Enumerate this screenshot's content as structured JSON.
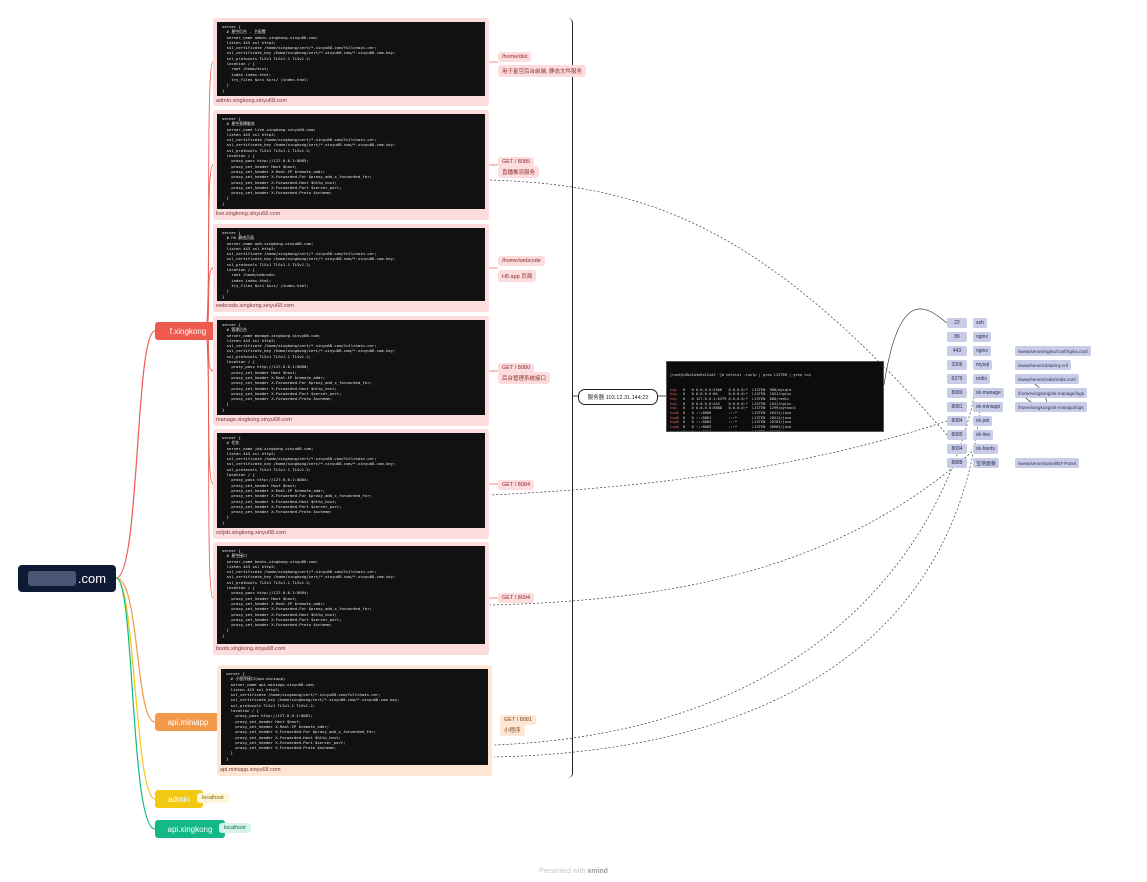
{
  "root": {
    "label_suffix": ".com"
  },
  "branches": [
    {
      "label": "f.xingkong",
      "color": "#ee5a4f"
    },
    {
      "label": "api.miniapp",
      "color": "#f2994a"
    },
    {
      "label": "admin",
      "color": "#f2c811",
      "leaf": "localhost"
    },
    {
      "label": "api.xingkong",
      "color": "#12b886",
      "leaf": "localhost"
    }
  ],
  "cards": [
    {
      "code": "server {\n  # 星空后台 - 主配置\n  server_name admin.xingkong.xinyu68.com;\n  listen 443 ssl http2;\n  ssl_certificate /home/xingkong/cert/*.xinyu68.com/fullchain.cer;\n  ssl_certificate_key /home/xingkong/cert/*.xinyu68.com/*.xinyu68.com.key;\n  ssl_protocols TLSv1 TLSv1.1 TLSv1.2;\n  location / {\n    root /home/dist;\n    index index.html;\n    try_files $uri $uri/ /index.html;\n  }\n}",
      "caption": "admin.xingkong.xinyu68.com",
      "notes": [
        "/home/dist",
        "用于星空后台前端, 静态文件服务"
      ]
    },
    {
      "code": "server {\n  # 星空直播服务\n  server_name live.xingkong.xinyu68.com;\n  listen 443 ssl http2;\n  ssl_certificate /home/xingkong/cert/*.xinyu68.com/fullchain.cer;\n  ssl_certificate_key /home/xingkong/cert/*.xinyu68.com/*.xinyu68.com.key;\n  ssl_protocols TLSv1 TLSv1.1 TLSv1.2;\n  location / {\n    proxy_pass http://127.0.0.1:8085;\n    proxy_set_header Host $host;\n    proxy_set_header X-Real-IP $remote_addr;\n    proxy_set_header X-Forwarded-For $proxy_add_x_forwarded_for;\n    proxy_set_header X-Forwarded-Host $http_host;\n    proxy_set_header X-Forwarded-Port $server_port;\n    proxy_set_header X-Forwarded-Proto $scheme;\n  }\n}",
      "caption": "live.xingkong.xinyu68.com",
      "notes": [
        "GET / 8085",
        "直播推流服务"
      ]
    },
    {
      "code": "server {\n  # H5 静态页面\n  server_name web.xingkong.xinyu68.com;\n  listen 443 ssl http2;\n  ssl_certificate /home/xingkong/cert/*.xinyu68.com/fullchain.cer;\n  ssl_certificate_key /home/xingkong/cert/*.xinyu68.com/*.xinyu68.com.key;\n  ssl_protocols TLSv1 TLSv1.1 TLSv1.2;\n  location / {\n    root /home/webcode;\n    index index.html;\n    try_files $uri $uri/ /index.html;\n  }\n}",
      "caption": "webcode.xingkong.xinyu68.com",
      "notes": [
        "/home/webcode",
        "H5 app 页面"
      ]
    },
    {
      "code": "server {\n  # 管理后台\n  server_name manage.xingkong.xinyu68.com;\n  listen 443 ssl http2;\n  ssl_certificate /home/xingkong/cert/*.xinyu68.com/fullchain.cer;\n  ssl_certificate_key /home/xingkong/cert/*.xinyu68.com/*.xinyu68.com.key;\n  ssl_protocols TLSv1 TLSv1.1 TLSv1.2;\n  location / {\n    proxy_pass http://127.0.0.1:8080;\n    proxy_set_header Host $host;\n    proxy_set_header X-Real-IP $remote_addr;\n    proxy_set_header X-Forwarded-For $proxy_add_x_forwarded_for;\n    proxy_set_header X-Forwarded-Host $http_host;\n    proxy_set_header X-Forwarded-Port $server_port;\n    proxy_set_header X-Forwarded-Proto $scheme;\n  }\n}",
      "caption": "manage.xingkong.xinyu68.com",
      "notes": [
        "GET / 8080",
        "后台管理系统接口"
      ]
    },
    {
      "code": "server {\n  # 任务\n  server_name job.xingkong.xinyu68.com;\n  listen 443 ssl http2;\n  ssl_certificate /home/xingkong/cert/*.xinyu68.com/fullchain.cer;\n  ssl_certificate_key /home/xingkong/cert/*.xinyu68.com/*.xinyu68.com.key;\n  ssl_protocols TLSv1 TLSv1.1 TLSv1.2;\n  location / {\n    proxy_pass http://127.0.0.1:8084;\n    proxy_set_header Host $host;\n    proxy_set_header X-Real-IP $remote_addr;\n    proxy_set_header X-Forwarded-For $proxy_add_x_forwarded_for;\n    proxy_set_header X-Forwarded-Host $http_host;\n    proxy_set_header X-Forwarded-Port $server_port;\n    proxy_set_header X-Forwarded-Proto $scheme;\n  }\n}",
      "caption": "xxljob.xingkong.xinyu68.com",
      "notes": [
        "GET / 8084"
      ]
    },
    {
      "code": "server {\n  # 星空接口\n  server_name boots.xingkong.xinyu68.com;\n  listen 443 ssl http2;\n  ssl_certificate /home/xingkong/cert/*.xinyu68.com/fullchain.cer;\n  ssl_certificate_key /home/xingkong/cert/*.xinyu68.com/*.xinyu68.com.key;\n  ssl_protocols TLSv1 TLSv1.1 TLSv1.2;\n  location / {\n    proxy_pass http://127.0.0.1:8094;\n    proxy_set_header Host $host;\n    proxy_set_header X-Real-IP $remote_addr;\n    proxy_set_header X-Forwarded-For $proxy_add_x_forwarded_for;\n    proxy_set_header X-Forwarded-Host $http_host;\n    proxy_set_header X-Forwarded-Port $server_port;\n    proxy_set_header X-Forwarded-Proto $scheme;\n  }\n}",
      "caption": "boots.xingkong.xinyu68.com",
      "notes": [
        "GET / 8094"
      ]
    },
    {
      "code": "server {\n  # 小程序接口(api.miniapp)\n  server_name api.miniapp.xinyu68.com;\n  listen 443 ssl http2;\n  ssl_certificate /home/xingkong/cert/*.xinyu68.com/fullchain.cer;\n  ssl_certificate_key /home/xingkong/cert/*.xinyu68.com/*.xinyu68.com.key;\n  ssl_protocols TLSv1 TLSv1.1 TLSv1.2;\n  location / {\n    proxy_pass http://127.0.0.1:8081;\n    proxy_set_header Host $host;\n    proxy_set_header X-Real-IP $remote_addr;\n    proxy_set_header X-Forwarded-For $proxy_add_x_forwarded_for;\n    proxy_set_header X-Forwarded-Host $http_host;\n    proxy_set_header X-Forwarded-Port $server_port;\n    proxy_set_header X-Forwarded-Proto $scheme;\n  }\n}",
      "caption": "api.miniapp.xinyu68.com",
      "notes": [
        "GET / 8081",
        "小程序"
      ]
    }
  ],
  "server_ip": "服务器 103.12.31.144:22",
  "terminal": {
    "header": "[root@iZbp1b4e6e1ZxdZ ~]# netstat -tunlp | grep LISTEN | grep tcp",
    "rows": [
      [
        "tcp",
        "0",
        "0 0.0.0.0:3306",
        "0.0.0.0:*",
        "LISTEN",
        "900/mysqld"
      ],
      [
        "tcp",
        "0",
        "0 0.0.0.0:80",
        "0.0.0.0:*",
        "LISTEN",
        "1031/nginx"
      ],
      [
        "tcp",
        "0",
        "0 127.0.0.1:6379",
        "0.0.0.0:*",
        "LISTEN",
        "880/redis"
      ],
      [
        "tcp",
        "0",
        "0 0.0.0.0:443",
        "0.0.0.0:*",
        "LISTEN",
        "1031/nginx"
      ],
      [
        "tcp",
        "0",
        "0 0.0.0.0:8888",
        "0.0.0.0:*",
        "LISTEN",
        "1299/python3"
      ],
      [
        "tcp6",
        "0",
        "0 :::8080",
        ":::*",
        "LISTEN",
        "20311/java"
      ],
      [
        "tcp6",
        "0",
        "0 :::8081",
        ":::*",
        "LISTEN",
        "20512/java"
      ],
      [
        "tcp6",
        "0",
        "0 :::8084",
        ":::*",
        "LISTEN",
        "20703/java"
      ],
      [
        "tcp6",
        "0",
        "0 :::8085",
        ":::*",
        "LISTEN",
        "20902/java"
      ],
      [
        "tcp6",
        "0",
        "0 :::8094",
        ":::*",
        "LISTEN",
        "21106/java"
      ]
    ]
  },
  "ports": [
    {
      "port": "22",
      "svc": "ssh",
      "desc": ""
    },
    {
      "port": "80",
      "svc": "nginx",
      "desc": ""
    },
    {
      "port": "443",
      "svc": "nginx",
      "desc": "/www/server/nginx/conf/nginx.conf"
    },
    {
      "port": "3306",
      "svc": "mysql",
      "desc": "/www/server/data/my.cnf"
    },
    {
      "port": "6379",
      "svc": "redis",
      "desc": "/www/server/redis/redis.conf"
    },
    {
      "port": "8080",
      "svc": "xk-manage",
      "desc": "/home/xingkong/xk-manage/logs"
    },
    {
      "port": "8081",
      "svc": "xk-miniapp",
      "desc": "/home/xingkong/xk-miniapp/logs"
    },
    {
      "port": "8084",
      "svc": "xk-job",
      "desc": ""
    },
    {
      "port": "8085",
      "svc": "xk-live",
      "desc": ""
    },
    {
      "port": "8094",
      "svc": "xk-boots",
      "desc": ""
    },
    {
      "port": "8888",
      "svc": "宝塔面板",
      "desc": "/www/server/panel/BT-Panel"
    }
  ],
  "footer": {
    "prefix": "Presented with",
    "brand": "xmind"
  },
  "colors": {
    "root": "#0f1a35",
    "pink": "#fcdcdc",
    "peach": "#fde6d4",
    "port": "#c9cce6"
  }
}
